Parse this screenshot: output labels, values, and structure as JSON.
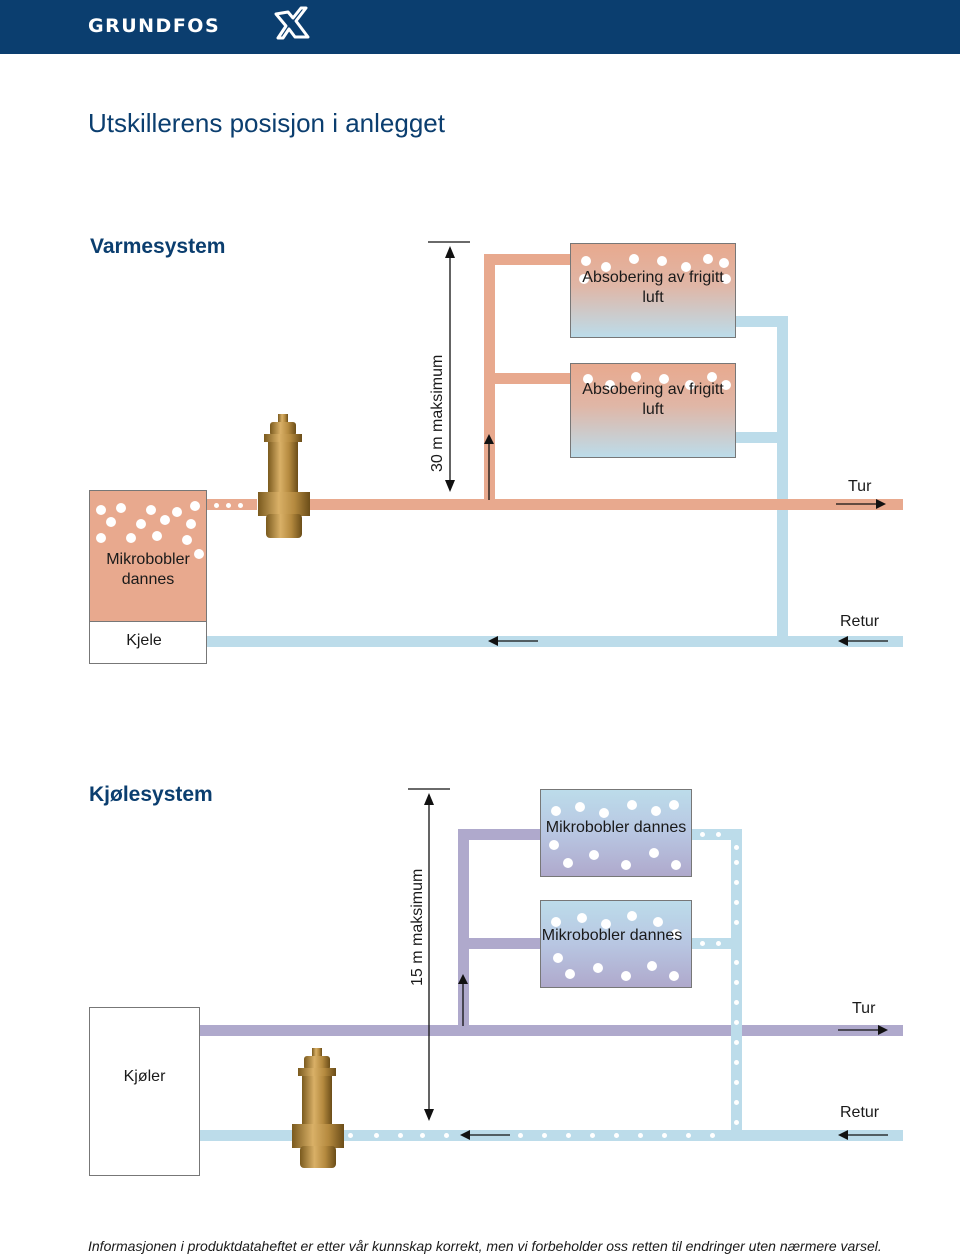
{
  "brand": {
    "name": "GRUNDFOS",
    "color": "#0b3e6f"
  },
  "title": "Utskillerens posisjon i anlegget",
  "heating": {
    "title": "Varmesystem",
    "radiator_label": "Absobering av frigitt luft",
    "boiler_label_top": "Mikrobobler dannes",
    "boiler_label": "Kjele",
    "supply_label": "Tur",
    "return_label": "Retur",
    "height_label": "30 m maksimum",
    "colors": {
      "supply": "#e8a98e",
      "return": "#bcdcea"
    }
  },
  "cooling": {
    "title": "Kjølesystem",
    "unit_label": "Mikrobobler dannes",
    "chiller_label": "Kjøler",
    "supply_label": "Tur",
    "return_label": "Retur",
    "height_label": "15 m maksimum",
    "colors": {
      "supply": "#afa9cc",
      "return": "#bcdcea"
    }
  },
  "icons": [
    "grundfos-logo-icon",
    "air-separator-valve-icon",
    "arrow-icon"
  ],
  "footer": "Informasjonen i produktdataheftet er etter vår kunnskap korrekt, men vi forbeholder oss retten til endringer uten nærmere varsel."
}
